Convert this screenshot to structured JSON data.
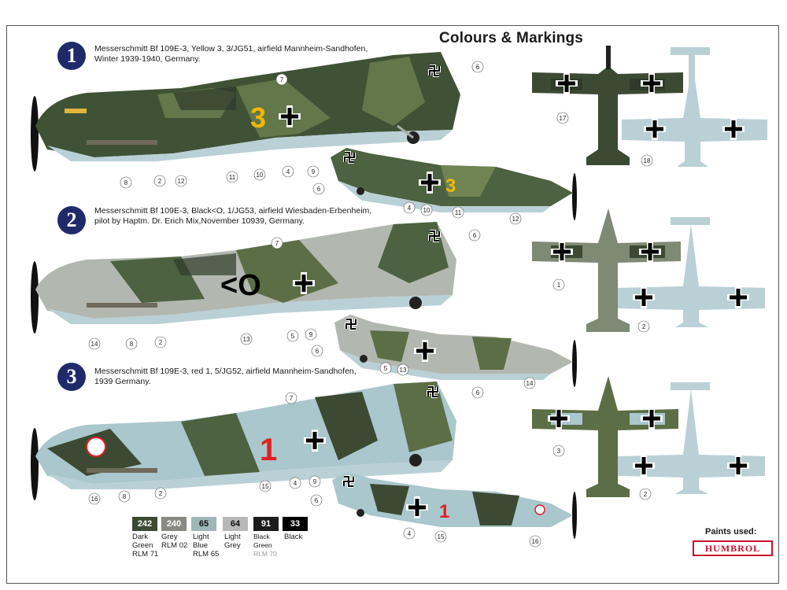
{
  "title": "Colours & Markings",
  "schemes": [
    {
      "number": "1",
      "lines": [
        "Messerschmitt Bf 109E-3, Yellow 3, 3/JG51, airfield  Mannheim-Sandhofen,",
        "Winter 1939-1940, Germany."
      ],
      "code": "3",
      "code_color": "#f2b705"
    },
    {
      "number": "2",
      "lines": [
        "Messerschmitt Bf 109E-3, Black<O, 1/JG53, airfield  Wiesbaden-Erbenheim,",
        "pilot by  Haptm. Dr. Erich Mix,November 10939, Germany."
      ],
      "code": "<O",
      "code_color": "#000000"
    },
    {
      "number": "3",
      "lines": [
        "Messerschmitt Bf 109E-3, red 1, 5/JG52, airfield  Mannheim-Sandhofen,",
        "1939 Germany."
      ],
      "code": "1",
      "code_color": "#e02020"
    }
  ],
  "callouts": [
    "7",
    "6",
    "3",
    "8",
    "2",
    "12",
    "10",
    "4",
    "9",
    "11",
    "6",
    "4",
    "10",
    "11",
    "12",
    "17",
    "18",
    "7",
    "6",
    "14",
    "8",
    "2",
    "13",
    "5",
    "9",
    "6",
    "5",
    "13",
    "14",
    "1",
    "2",
    "7",
    "6",
    "16",
    "8",
    "2",
    "15",
    "4",
    "9",
    "6",
    "4",
    "15",
    "16",
    "3",
    "2"
  ],
  "paints": [
    {
      "code": "242",
      "bg": "#3d4a33",
      "label": [
        "Dark",
        "Green",
        "RLM 71"
      ]
    },
    {
      "code": "240",
      "bg": "#8a8a85",
      "label": [
        "Grey",
        "RLM 02"
      ]
    },
    {
      "code": "65",
      "bg": "#9fb7b8",
      "label": [
        "Light",
        "Blue",
        "RLM 65"
      ]
    },
    {
      "code": "64",
      "bg": "#b8b8b8",
      "label": [
        "Light",
        "Grey"
      ]
    },
    {
      "code": "91",
      "bg": "#1c1c1c",
      "label": [
        "Black",
        "Green",
        "RLM 70"
      ]
    },
    {
      "code": "33",
      "bg": "#000000",
      "label": [
        "Black"
      ]
    }
  ],
  "paints_used_label": "Paints used:",
  "brand": "HUMBROL",
  "colors": {
    "dark_green": "#3a4a30",
    "green": "#5b6e45",
    "light_blue": "#b9cfd4",
    "grey": "#b4b8b4"
  }
}
